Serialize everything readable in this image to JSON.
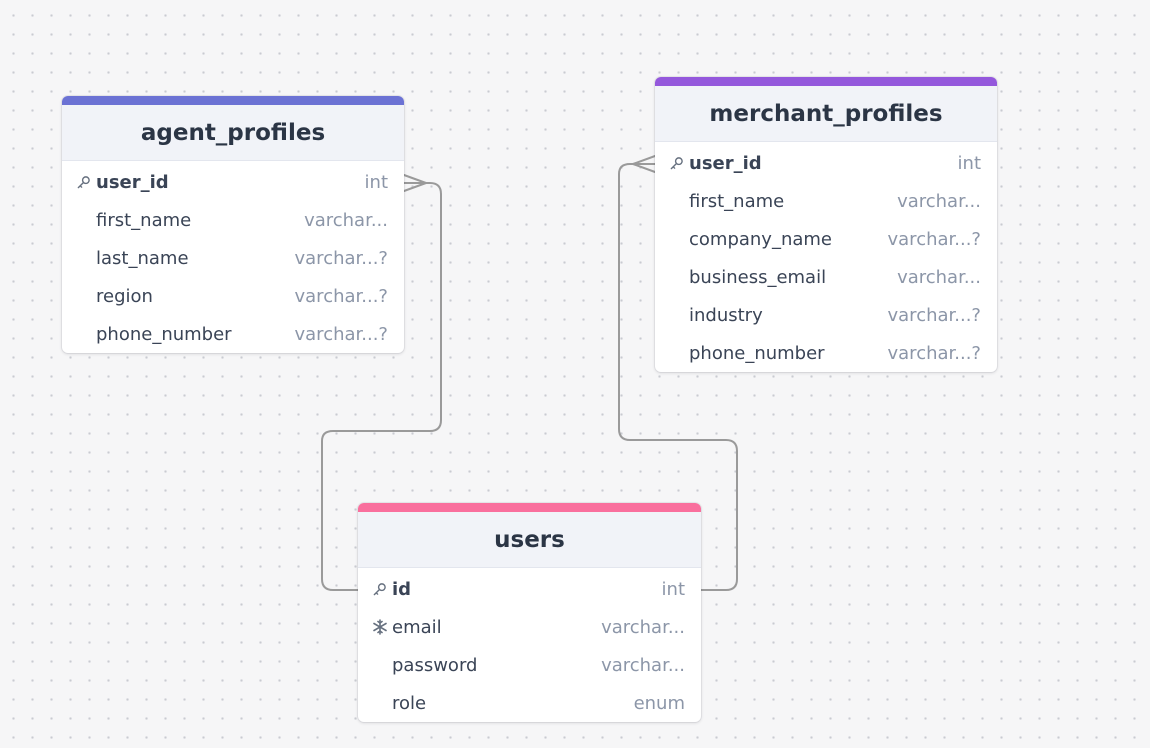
{
  "colors": {
    "agent_profiles": "#6b72d4",
    "merchant_profiles": "#9458dc",
    "users": "#f96f9d",
    "connector": "#9a9a9a",
    "background": "#f6f6f7"
  },
  "tables": {
    "agent_profiles": {
      "title": "agent_profiles",
      "fields": [
        {
          "name": "user_id",
          "type": "int",
          "icon": "key-icon"
        },
        {
          "name": "first_name",
          "type": "varchar..."
        },
        {
          "name": "last_name",
          "type": "varchar...?"
        },
        {
          "name": "region",
          "type": "varchar...?"
        },
        {
          "name": "phone_number",
          "type": "varchar...?"
        }
      ]
    },
    "merchant_profiles": {
      "title": "merchant_profiles",
      "fields": [
        {
          "name": "user_id",
          "type": "int",
          "icon": "key-icon"
        },
        {
          "name": "first_name",
          "type": "varchar..."
        },
        {
          "name": "company_name",
          "type": "varchar...?"
        },
        {
          "name": "business_email",
          "type": "varchar..."
        },
        {
          "name": "industry",
          "type": "varchar...?"
        },
        {
          "name": "phone_number",
          "type": "varchar...?"
        }
      ]
    },
    "users": {
      "title": "users",
      "fields": [
        {
          "name": "id",
          "type": "int",
          "icon": "key-icon"
        },
        {
          "name": "email",
          "type": "varchar...",
          "icon": "unique-snowflake-icon"
        },
        {
          "name": "password",
          "type": "varchar..."
        },
        {
          "name": "role",
          "type": "enum"
        }
      ]
    }
  },
  "relations": [
    {
      "from": "users.id",
      "to": "agent_profiles.user_id",
      "to_cardinality": "many"
    },
    {
      "from": "users.id",
      "to": "merchant_profiles.user_id",
      "to_cardinality": "many"
    }
  ]
}
